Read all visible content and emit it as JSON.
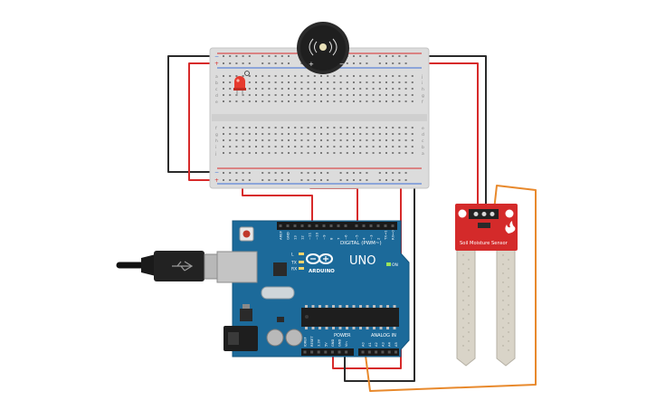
{
  "circuit": {
    "arduino": {
      "logo_text": "UNO",
      "brand_text": "ARDUINO",
      "digital_label": "DIGITAL (PWM~)",
      "analog_label": "ANALOG IN",
      "power_label": "POWER",
      "led_labels": [
        "L",
        "TX",
        "RX"
      ],
      "on_label": "ON",
      "digital_pins": [
        "AREF",
        "GND",
        "13",
        "12",
        "~11",
        "~10",
        "~9",
        "8",
        "7",
        "~6",
        "~5",
        "4",
        "~3",
        "2",
        "TX→1",
        "RX←0"
      ],
      "power_pins": [
        "IOREF",
        "RESET",
        "3.3V",
        "5V",
        "GND",
        "GND",
        "Vin"
      ],
      "analog_pins": [
        "A0",
        "A1",
        "A2",
        "A3",
        "A4",
        "A5"
      ]
    },
    "breadboard": {
      "left_row_letters": [
        "a",
        "b",
        "c",
        "d",
        "e",
        "f",
        "g",
        "h",
        "i",
        "j"
      ],
      "right_row_letters": [
        "j",
        "i",
        "h",
        "g",
        "f",
        "e",
        "d",
        "c",
        "b",
        "a"
      ],
      "rail_plus": "+",
      "rail_minus": "−"
    },
    "buzzer": {
      "plus": "+",
      "minus": "−"
    },
    "sensor": {
      "label": "Soil Moisture Sensor"
    },
    "colors": {
      "board": "#1c6a9a",
      "wire_red": "#d72a2a",
      "wire_black": "#2b2b2b",
      "wire_orange": "#e8892c",
      "sensor_red": "#d42a2a",
      "probe": "#d9d4c8",
      "led_red": "#e63a2e"
    }
  }
}
